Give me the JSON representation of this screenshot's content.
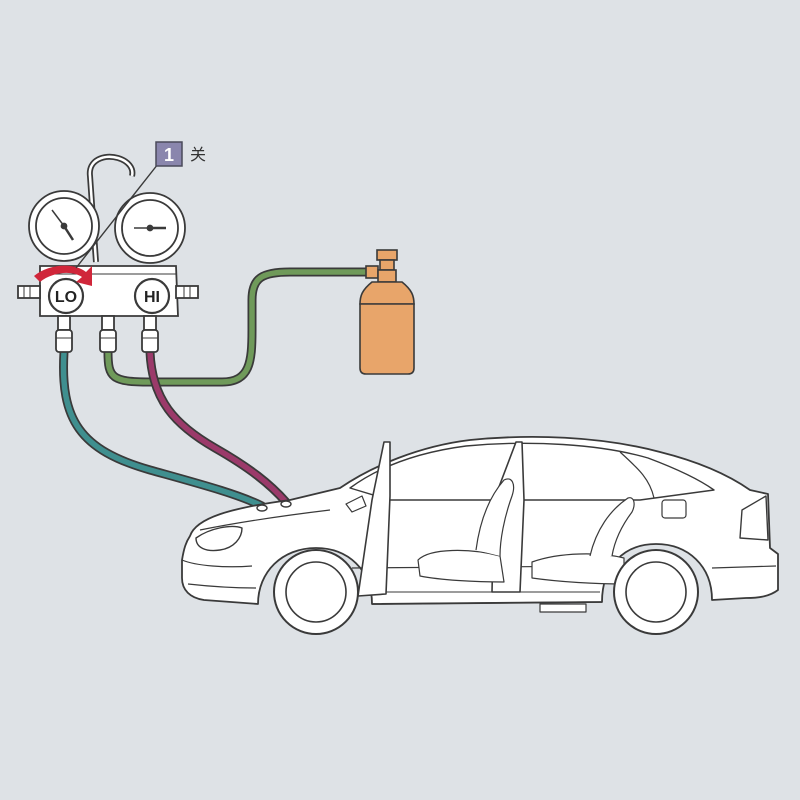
{
  "callout": {
    "number": "1",
    "text": "关"
  },
  "gauges": {
    "low_label": "LO",
    "high_label": "HI"
  },
  "colors": {
    "background": "#dee2e6",
    "line": "#3a3a3a",
    "low_hose": "#3f8f8f",
    "high_hose": "#9b3a6a",
    "service_hose": "#6f9a5a",
    "cylinder": "#e8a56a",
    "valve_arrow": "#d0263a",
    "callout_box": "#8a86ad"
  },
  "icons": {
    "gauge": "pressure-gauge-icon",
    "cylinder": "refrigerant-cylinder-icon",
    "car": "sedan-car-icon",
    "arrow": "rotate-valve-arrow-icon"
  }
}
